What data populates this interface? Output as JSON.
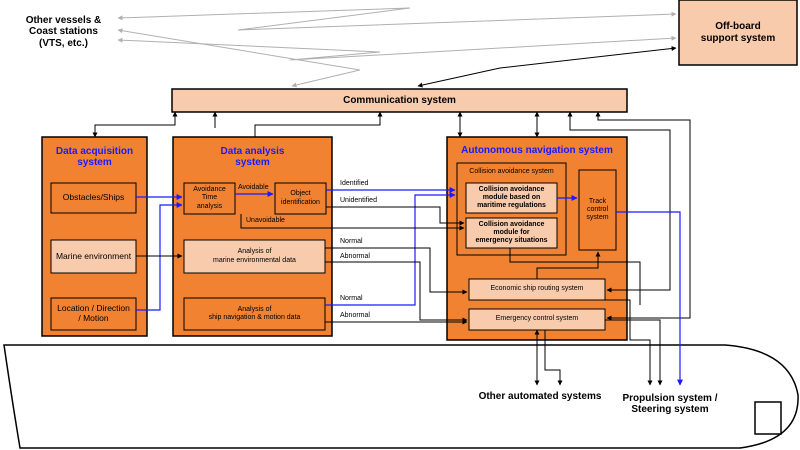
{
  "external": {
    "other_vessels": "Other vessels &\nCoast stations\n(VTS, etc.)",
    "offboard": "Off-board\nsupport system",
    "communication": "Communication system"
  },
  "acquisition": {
    "title": "Data acquisition\nsystem",
    "obstacles": "Obstacles/Ships",
    "marine_env": "Marine environment",
    "location": "Location / Direction\n/ Motion"
  },
  "analysis": {
    "title": "Data analysis\nsystem",
    "avoidance_time": "Avoidance\nTime\nanalysis",
    "object_id": "Object\nidentification",
    "marine_env_data": "Analysis of\nmarine environmental data",
    "ship_nav": "Analysis of\nship navigation & motion data"
  },
  "autonomous": {
    "title": "Autonomous navigation system",
    "collision_system": "Collision avoidance system",
    "cam_regulations": "Collision avoidance\nmodule based on\nmaritime regulations",
    "cam_emergency": "Collision avoidance\nmodule for\nemergency situations",
    "track_control": "Track\ncontrol\nsystem",
    "economic_routing": "Economic ship routing system",
    "emergency_control": "Emergency control system"
  },
  "labels": {
    "avoidable": "Avoidable",
    "unavoidable": "Unavoidable",
    "identified": "Identified",
    "unidentified": "Unidentified",
    "normal_1": "Normal",
    "abnormal_1": "Abnormal",
    "normal_2": "Normal",
    "abnormal_2": "Abnormal"
  },
  "outputs": {
    "other_automated": "Other automated systems",
    "propulsion": "Propulsion system /\nSteering system"
  },
  "colors": {
    "orange": "#f08232",
    "peach": "#f8cbad",
    "blue_line": "#1a1aff",
    "gray_line": "#b0b0b0"
  }
}
